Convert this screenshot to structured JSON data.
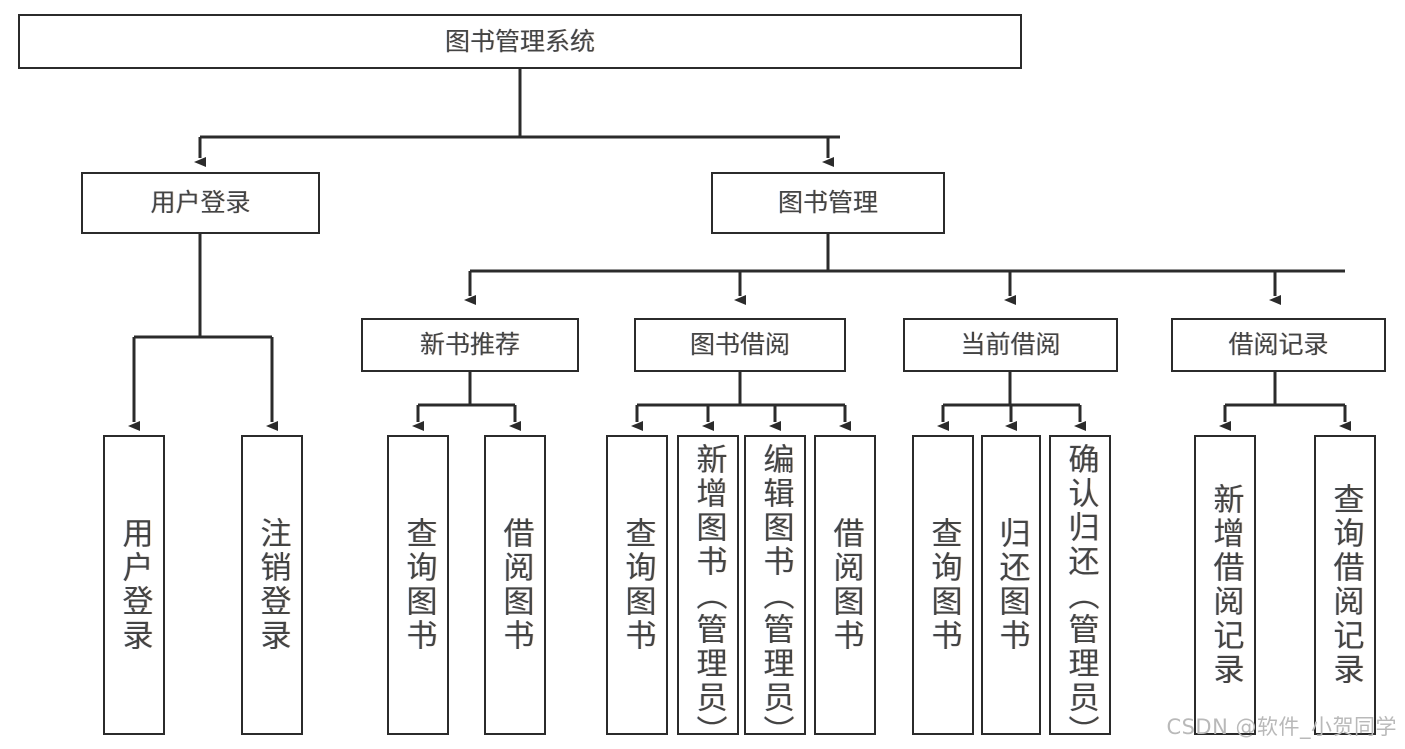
{
  "diagram": {
    "type": "tree",
    "title": "图书管理系统",
    "root": {
      "label": "图书管理系统"
    },
    "level1": [
      {
        "label": "用户登录"
      },
      {
        "label": "图书管理"
      }
    ],
    "level2": [
      {
        "label": "新书推荐"
      },
      {
        "label": "图书借阅"
      },
      {
        "label": "当前借阅"
      },
      {
        "label": "借阅记录"
      }
    ],
    "leaves": {
      "user_login": [
        {
          "label": "用户登录"
        },
        {
          "label": "注销登录"
        }
      ],
      "new_book_rec": [
        {
          "label": "查询图书"
        },
        {
          "label": "借阅图书"
        }
      ],
      "book_borrow": [
        {
          "label": "查询图书"
        },
        {
          "label": "新增图书（管理员）"
        },
        {
          "label": "编辑图书（管理员）"
        },
        {
          "label": "借阅图书"
        }
      ],
      "current_borrow": [
        {
          "label": "查询图书"
        },
        {
          "label": "归还图书"
        },
        {
          "label": "确认归还（管理员）"
        }
      ],
      "borrow_record": [
        {
          "label": "新增借阅记录"
        },
        {
          "label": "查询借阅记录"
        }
      ]
    }
  },
  "watermark": {
    "text": "CSDN @软件_小贺同学"
  },
  "colors": {
    "stroke": "#2b2b2b",
    "text": "#444444",
    "background": "#ffffff",
    "watermark": "#b9b9b9"
  }
}
